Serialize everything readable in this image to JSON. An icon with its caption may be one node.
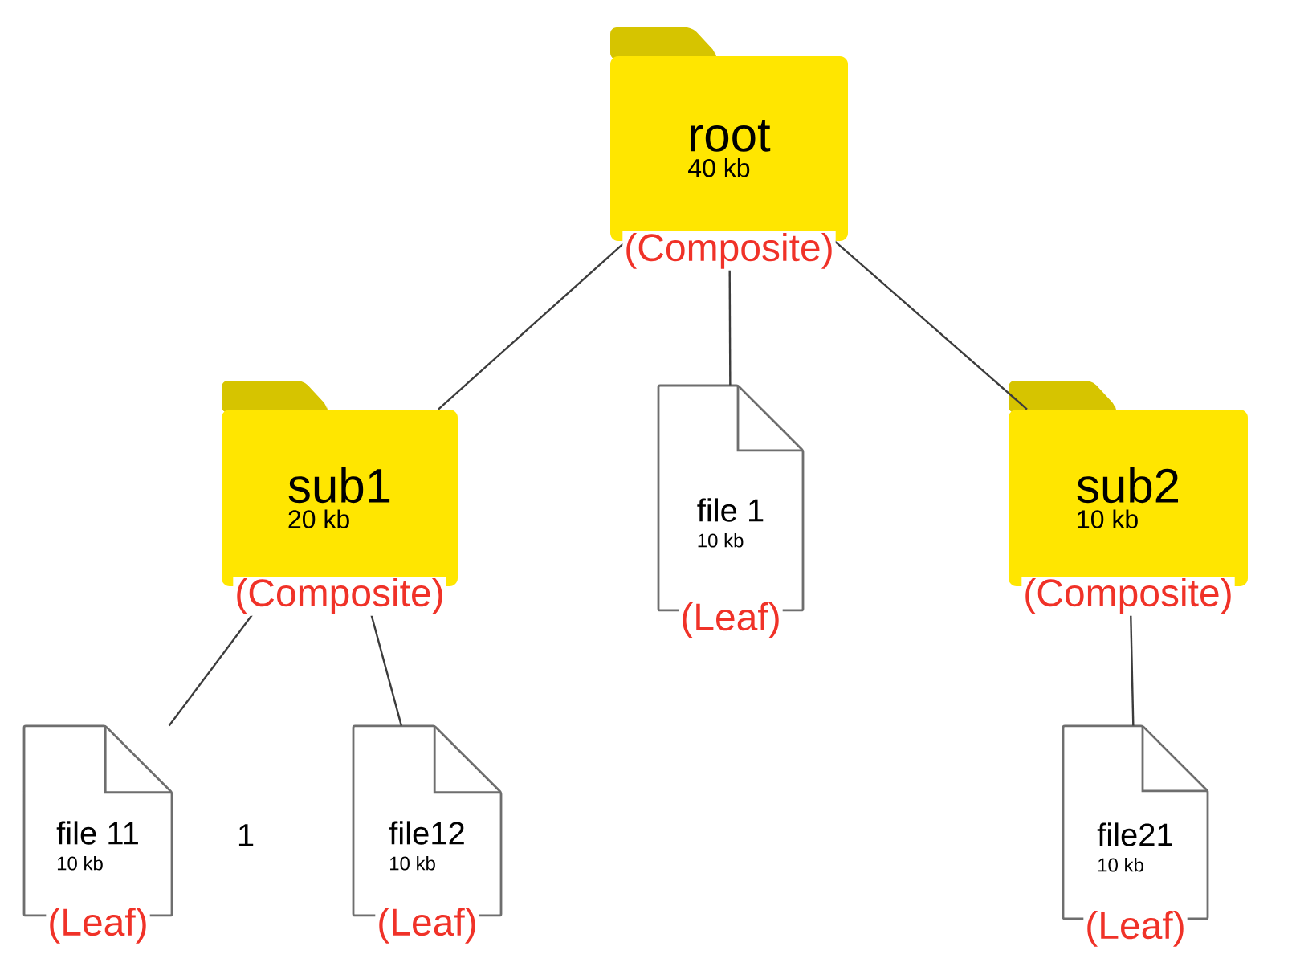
{
  "diagram": {
    "nodes": [
      {
        "text": [
          "root",
          "40 kb"
        ],
        "beside": [
          "(Composite)"
        ]
      },
      {
        "text": [
          "sub1",
          "20 kb"
        ],
        "beside": [
          "(Composite)"
        ]
      },
      {
        "text": [
          "file 1",
          "10 kb"
        ],
        "beside": [
          "(Leaf)"
        ]
      },
      {
        "text": [
          "sub2",
          "10 kb"
        ],
        "beside": [
          "(Composite)"
        ]
      },
      {
        "text": [
          "file 11",
          "10 kb"
        ],
        "beside": [
          "(Leaf)"
        ]
      },
      {
        "text": [
          "file12",
          "10 kb"
        ],
        "beside": [
          "(Leaf)"
        ]
      },
      {
        "text": [
          "file21",
          "10 kb"
        ],
        "beside": [
          "(Leaf)"
        ]
      }
    ],
    "edges": [
      {
        "from": 0,
        "to": 1,
        "arrow": "none"
      },
      {
        "from": 0,
        "to": 2,
        "arrow": "none"
      },
      {
        "from": 0,
        "to": 3,
        "arrow": "none"
      },
      {
        "from": 1,
        "to": 4,
        "arrow": "none"
      },
      {
        "from": 1,
        "to": 5,
        "arrow": "none"
      },
      {
        "from": 3,
        "to": 6,
        "arrow": "none"
      }
    ],
    "labels": [
      "1"
    ]
  }
}
